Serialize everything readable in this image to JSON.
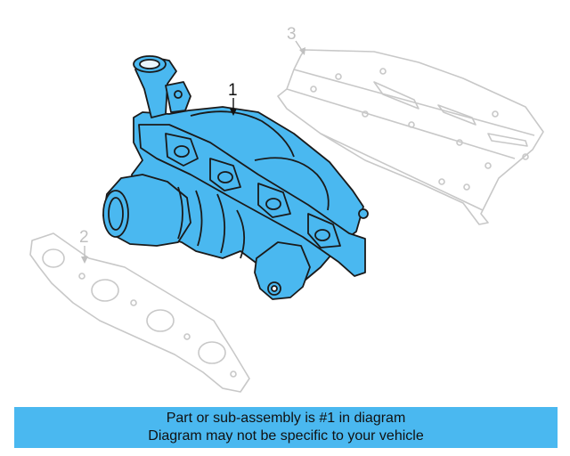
{
  "diagram": {
    "callouts": {
      "part1": "1",
      "part2": "2",
      "part3": "3"
    },
    "colors": {
      "highlight": "#4ab8f0",
      "outline": "#1a1a1a",
      "ghost": "#c8c8c8",
      "banner": "#4ab8f0"
    },
    "parts": [
      {
        "callout": "1",
        "highlighted": true
      },
      {
        "callout": "2",
        "highlighted": false
      },
      {
        "callout": "3",
        "highlighted": false
      }
    ]
  },
  "banner": {
    "line1": "Part or sub-assembly is #1 in diagram",
    "line2": "Diagram may not be specific to your vehicle"
  }
}
